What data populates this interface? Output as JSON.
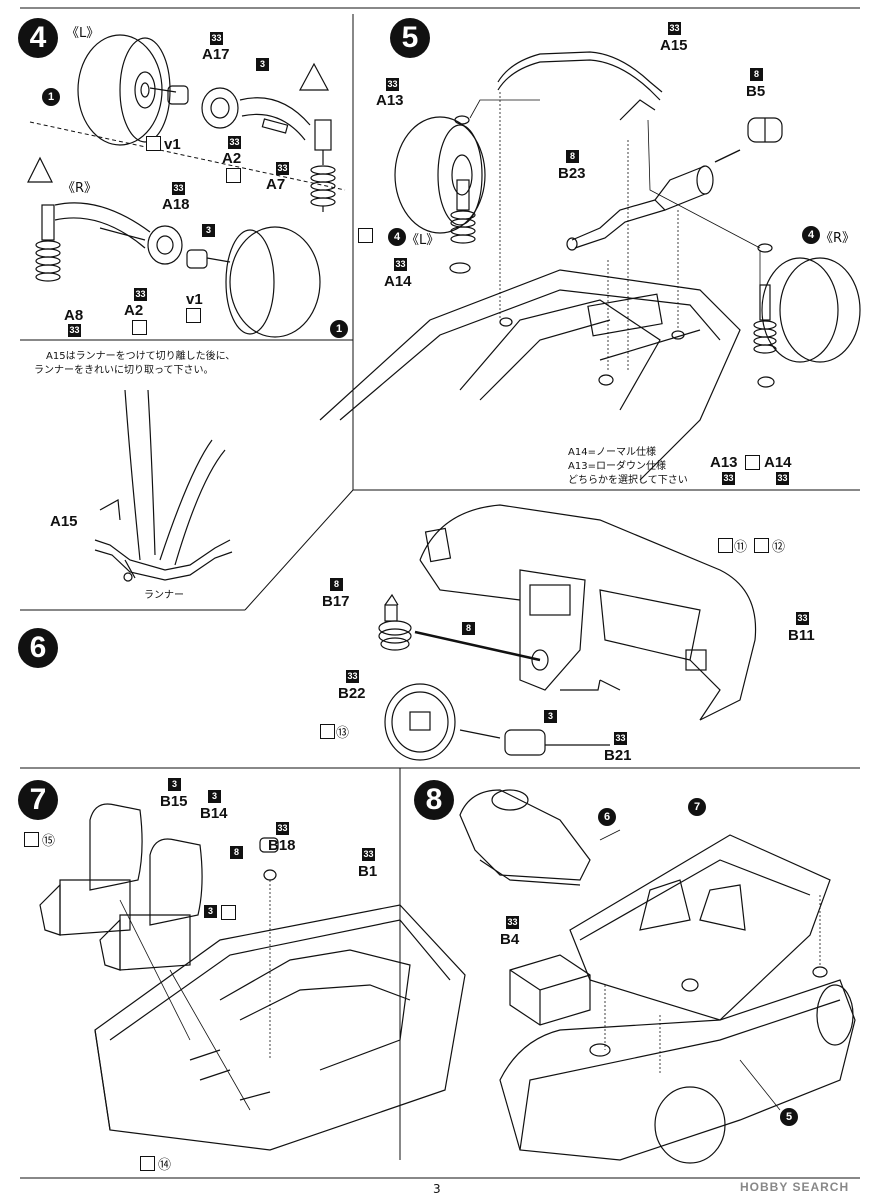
{
  "page_number": "3",
  "watermark": "HOBBY SEARCH",
  "step4": {
    "number": "4",
    "side_L": "《L》",
    "side_R": "《R》",
    "code_33": "33",
    "code_3": "3",
    "code_1": "1",
    "labels": {
      "a17": "A17",
      "a2_top": "A2",
      "a7": "A7",
      "a18": "A18",
      "a8": "A8",
      "a2_bottom": "A2",
      "v1_top": "v1",
      "v1_bottom": "v1"
    },
    "note_line1": "A15はランナーをつけて切り離した後に、",
    "note_line2": "ランナーをきれいに切り取って下さい。",
    "detail_a15": "A15",
    "detail_runner": "ランナー"
  },
  "step5": {
    "number": "5",
    "side_L": "《L》",
    "side_R": "《R》",
    "ref4": "4",
    "code_33": "33",
    "code_8": "8",
    "labels": {
      "a15": "A15",
      "a13_top": "A13",
      "b5": "B5",
      "b23": "B23",
      "a14_left": "A14",
      "a13_right": "A13",
      "a14_right": "A14"
    },
    "note_line1": "A14=ノーマル仕様",
    "note_line2": "A13=ローダウン仕様",
    "note_line3": "どちらかを選択して下さい"
  },
  "step6": {
    "number": "6",
    "code_8": "8",
    "code_33": "33",
    "code_3": "3",
    "labels": {
      "b17": "B17",
      "b22": "B22",
      "b11": "B11",
      "b21": "B21"
    },
    "decal_11": "⑪",
    "decal_12": "⑫",
    "decal_13": "⑬"
  },
  "step7": {
    "number": "7",
    "code_3": "3",
    "code_8": "8",
    "code_33": "33",
    "labels": {
      "b15": "B15",
      "b14": "B14",
      "b18": "B18",
      "b1": "B1"
    },
    "decal_15": "⑮",
    "decal_14": "⑭"
  },
  "step8": {
    "number": "8",
    "code_33": "33",
    "labels": {
      "b4": "B4"
    },
    "ref6": "6",
    "ref7": "7",
    "ref5": "5"
  },
  "colors": {
    "ink": "#111111",
    "code_box": "#111111",
    "background": "#ffffff"
  }
}
